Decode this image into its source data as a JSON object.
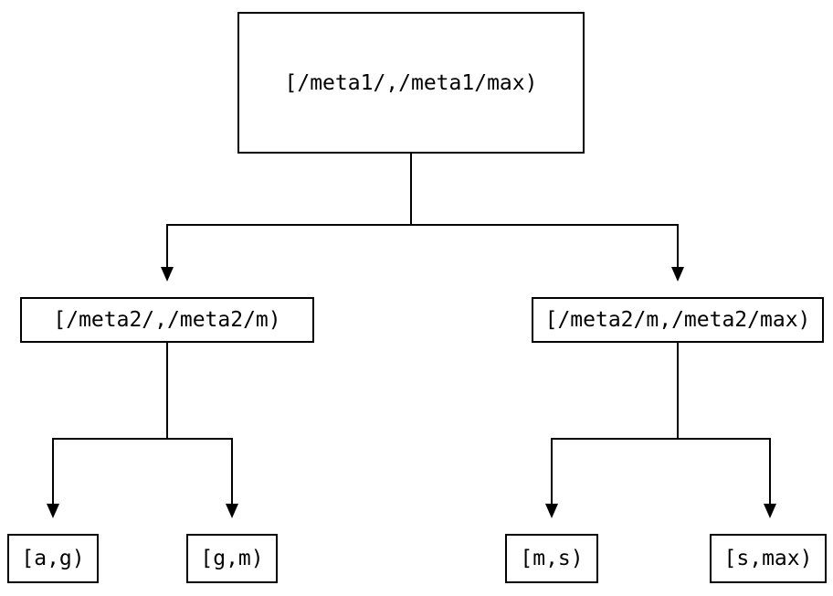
{
  "diagram": {
    "type": "binary-tree",
    "background_color": "#ffffff",
    "line_color": "#000000",
    "text_color": "#000000",
    "nodes": {
      "root": {
        "label": "[/meta1/,/meta1/max)"
      },
      "left": {
        "label": "[/meta2/,/meta2/m)"
      },
      "right": {
        "label": "[/meta2/m,/meta2/max)"
      },
      "leaf1": {
        "label": "[a,g)"
      },
      "leaf2": {
        "label": "[g,m)"
      },
      "leaf3": {
        "label": "[m,s)"
      },
      "leaf4": {
        "label": "[s,max)"
      }
    },
    "edges": [
      {
        "from": "root",
        "to": "left"
      },
      {
        "from": "root",
        "to": "right"
      },
      {
        "from": "left",
        "to": "leaf1"
      },
      {
        "from": "left",
        "to": "leaf2"
      },
      {
        "from": "right",
        "to": "leaf3"
      },
      {
        "from": "right",
        "to": "leaf4"
      }
    ]
  }
}
